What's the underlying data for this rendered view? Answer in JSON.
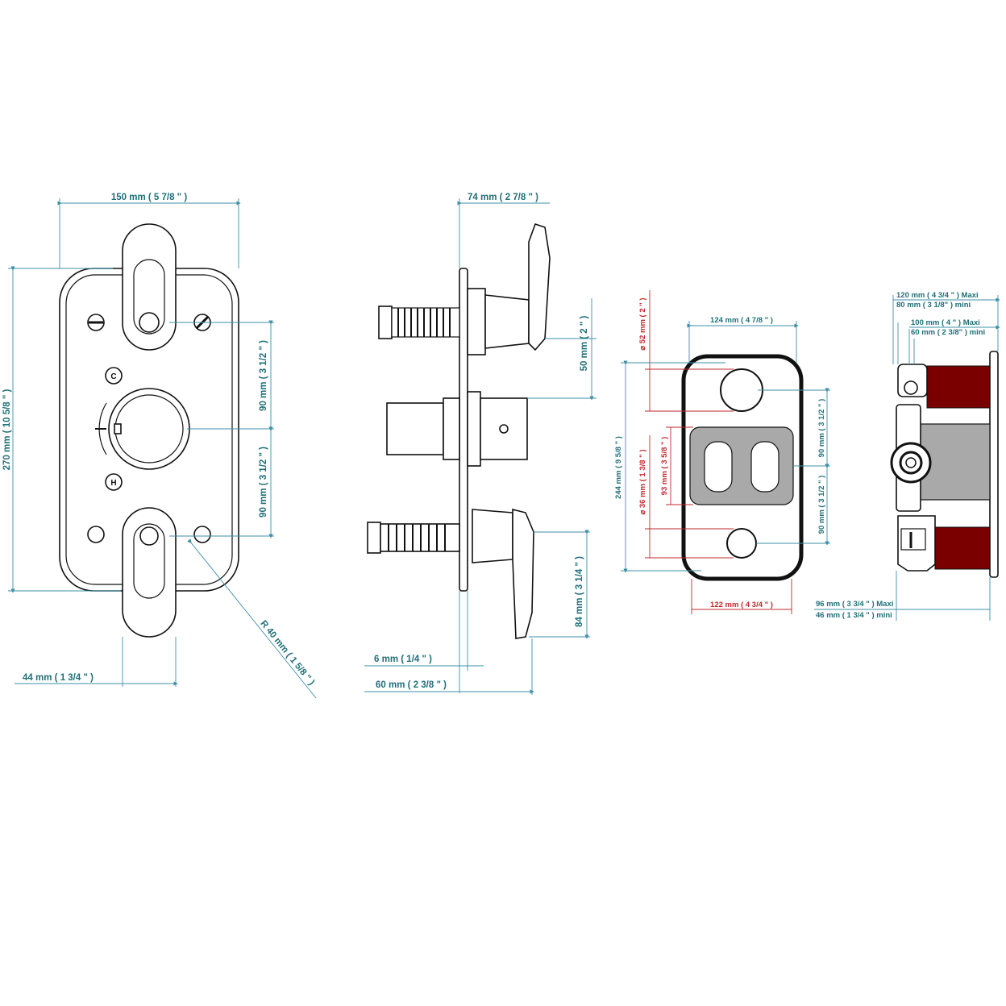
{
  "front_view": {
    "width_dim": "150 mm ( 5 7/8 \" )",
    "height_dim": "270 mm ( 10 5/8 \" )",
    "upper_spacing_dim": "90 mm ( 3 1/2 \" )",
    "lower_spacing_dim": "90 mm ( 3 1/2 \" )",
    "handle_width_dim": "44 mm ( 1 3/4 \" )",
    "radius_dim": "R 40 mm ( 1 5/8 \" )",
    "cold_mark": "C",
    "hot_mark": "H"
  },
  "side_view": {
    "top_depth_dim": "74 mm ( 2 7/8 \" )",
    "handle_offset_dim": "50 mm ( 2 \" )",
    "lower_handle_dim": "84 mm ( 3 1/4 \" )",
    "plate_thickness_dim": "6 mm ( 1/4 \" )",
    "projection_dim": "60 mm ( 2 3/8 \" )"
  },
  "rough_front_view": {
    "top_width_dim": "124 mm ( 4 7/8 \" )",
    "bottom_width_dim": "122 mm ( 4 3/4 \" )",
    "height_dim": "244 mm ( 9 5/8 \" )",
    "large_hole_dim": "⌀ 52 mm ( 2 \" )",
    "small_hole_dim": "⌀ 36 mm ( 1 3/8 \" )",
    "center_height_dim": "93 mm ( 3 5/8 \" )",
    "upper_spacing_dim": "90 mm ( 3 1/2 \" )",
    "lower_spacing_dim": "90 mm ( 3 1/2 \" )"
  },
  "rough_side_view": {
    "max_depth_dim": "120 mm ( 4 3/4 \" )  Maxi",
    "min_depth_dim": "80 mm ( 3 1/8\" ) mini",
    "max_body_dim": "100 mm ( 4 \" )  Maxi",
    "min_body_dim": "60 mm ( 2 3/8\" ) mini",
    "max_wall_dim": "96 mm ( 3 3/4 \" )  Maxi",
    "min_wall_dim": "46 mm ( 1 3/4 \" )  mini"
  },
  "colors": {
    "dimension": "#1f6f78",
    "cutout": "#c0282e",
    "body": "#7a0000",
    "gray": "#a9a9a9"
  }
}
